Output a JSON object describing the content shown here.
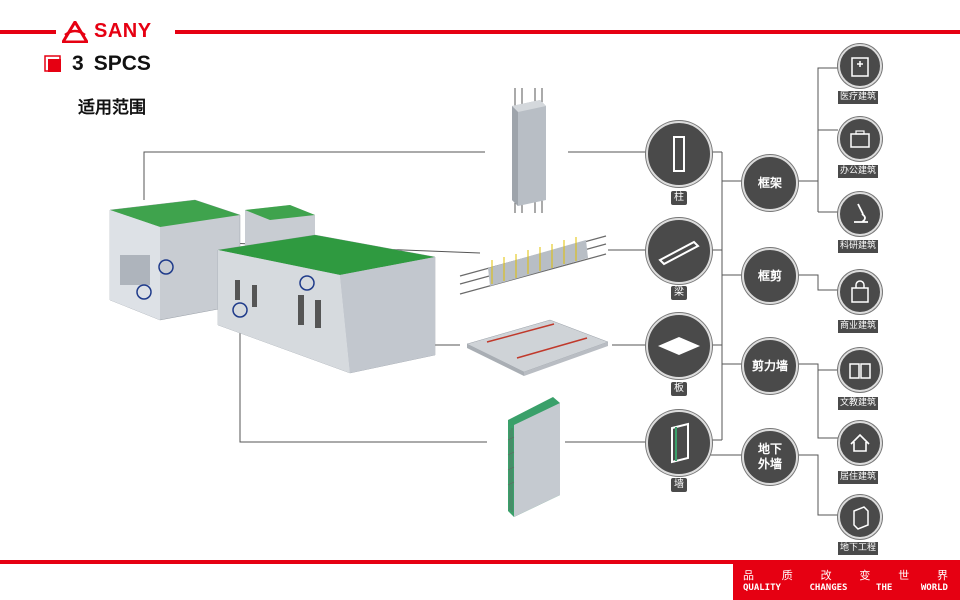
{
  "brand": {
    "name": "SANY",
    "color": "#e60012"
  },
  "section": {
    "number": "3",
    "name": "SPCS"
  },
  "subtitle": "适用范围",
  "components": [
    {
      "label": "柱",
      "icon": "column-icon"
    },
    {
      "label": "梁",
      "icon": "beam-icon"
    },
    {
      "label": "板",
      "icon": "slab-icon"
    },
    {
      "label": "墙",
      "icon": "wall-panel-icon"
    }
  ],
  "systems": [
    {
      "label": "框架"
    },
    {
      "label": "框剪"
    },
    {
      "label": "剪力墙"
    },
    {
      "label_line1": "地下",
      "label_line2": "外墙"
    }
  ],
  "applications": [
    {
      "label": "医疗建筑",
      "icon": "hospital-icon"
    },
    {
      "label": "办公建筑",
      "icon": "briefcase-icon"
    },
    {
      "label": "科研建筑",
      "icon": "microscope-icon"
    },
    {
      "label": "商业建筑",
      "icon": "shopping-bag-icon"
    },
    {
      "label": "文教建筑",
      "icon": "book-icon"
    },
    {
      "label": "居住建筑",
      "icon": "house-icon"
    },
    {
      "label": "地下工程",
      "icon": "underground-icon"
    }
  ],
  "footer": {
    "chinese": [
      "品",
      "质",
      "改",
      "变",
      "世",
      "界"
    ],
    "english": [
      "QUALITY",
      "CHANGES",
      "THE",
      "WORLD"
    ]
  }
}
